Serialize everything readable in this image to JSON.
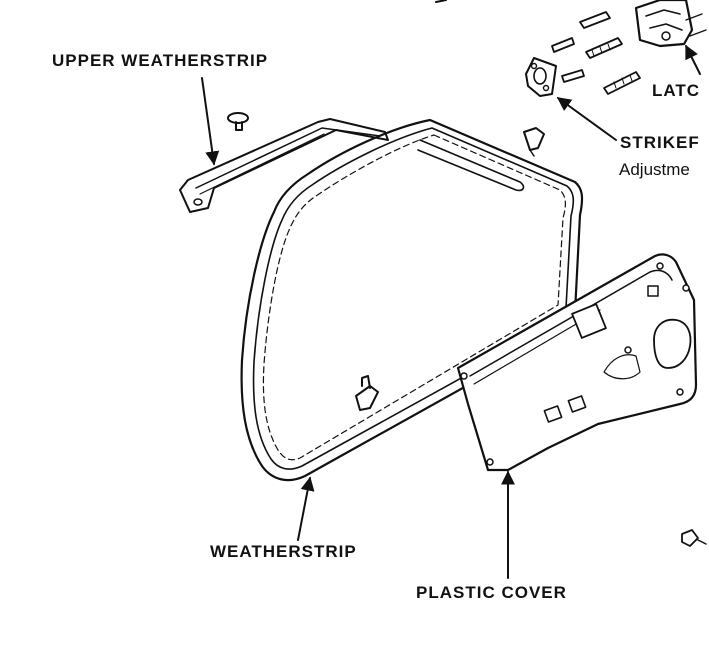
{
  "labels": {
    "upper_weatherstrip": "UPPER WEATHERSTRIP",
    "latch": "LATC",
    "striker": "STRIKEF",
    "adjustment": "Adjustme",
    "weatherstrip": "WEATHERSTRIP",
    "plastic_cover": "PLASTIC COVER"
  }
}
